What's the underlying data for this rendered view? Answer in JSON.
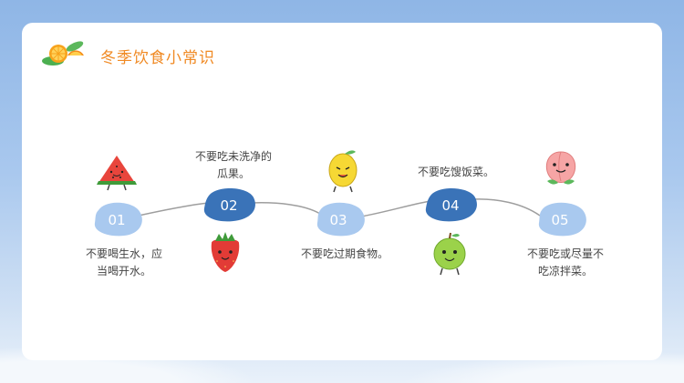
{
  "header": {
    "title": "冬季饮食小常识",
    "logo_icon": "orange-slices-icon"
  },
  "colors": {
    "title": "#f08a24",
    "light_blob": "#a9c9ef",
    "dark_blob": "#3a73b8",
    "text": "#444444"
  },
  "steps": [
    {
      "number": "01",
      "tip_line1": "不要喝生水，应",
      "tip_line2": "当喝开水。",
      "icon": "watermelon-icon"
    },
    {
      "number": "02",
      "tip_line1": "不要吃未洗净的",
      "tip_line2": "瓜果。",
      "icon": "strawberry-icon"
    },
    {
      "number": "03",
      "tip_line1": "不要吃过期食物。",
      "tip_line2": "",
      "icon": "lemon-icon"
    },
    {
      "number": "04",
      "tip_line1": "不要吃馊饭菜。",
      "tip_line2": "",
      "icon": "apple-icon"
    },
    {
      "number": "05",
      "tip_line1": "不要吃或尽量不",
      "tip_line2": "吃凉拌菜。",
      "icon": "peach-icon"
    }
  ]
}
